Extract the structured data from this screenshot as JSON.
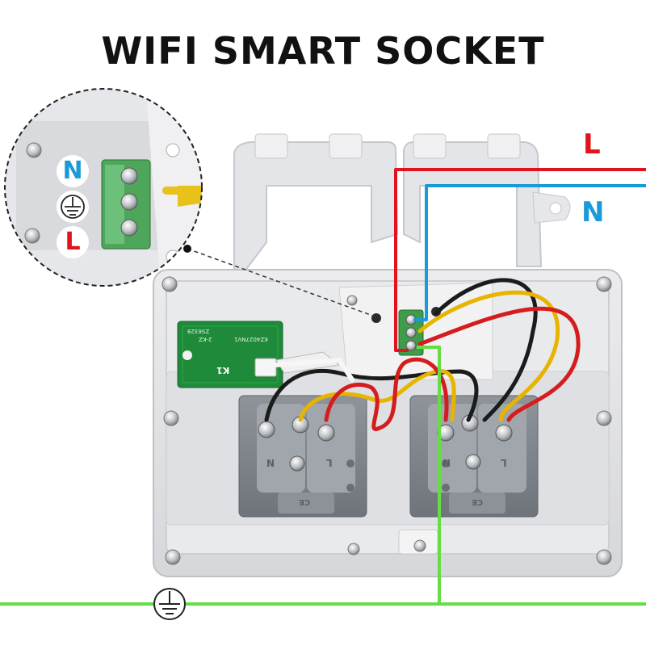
{
  "title": "WIFI SMART SOCKET",
  "wires": {
    "live": {
      "label": "L",
      "color": "#e0141e"
    },
    "neutral": {
      "label": "N",
      "color": "#1a9ad8"
    },
    "earth": {
      "color": "#66dd44",
      "icon": "ground-symbol-icon"
    }
  },
  "zoom_inset": {
    "labels": [
      {
        "key": "neutral",
        "text": "N",
        "color": "#1a9ad8"
      },
      {
        "key": "earth",
        "icon": "ground-symbol-icon"
      },
      {
        "key": "live",
        "text": "L",
        "color": "#e0141e"
      }
    ]
  },
  "module": {
    "board_label": "K1",
    "print_1": "ZS6329",
    "print_2": "2-KZ",
    "print_3": "KZ4027NV1"
  },
  "sockets": [
    {
      "terminal_n": "N",
      "terminal_l": "L",
      "terminal_earth": "CE"
    },
    {
      "terminal_n": "N",
      "terminal_l": "L",
      "terminal_earth": "CE"
    }
  ]
}
